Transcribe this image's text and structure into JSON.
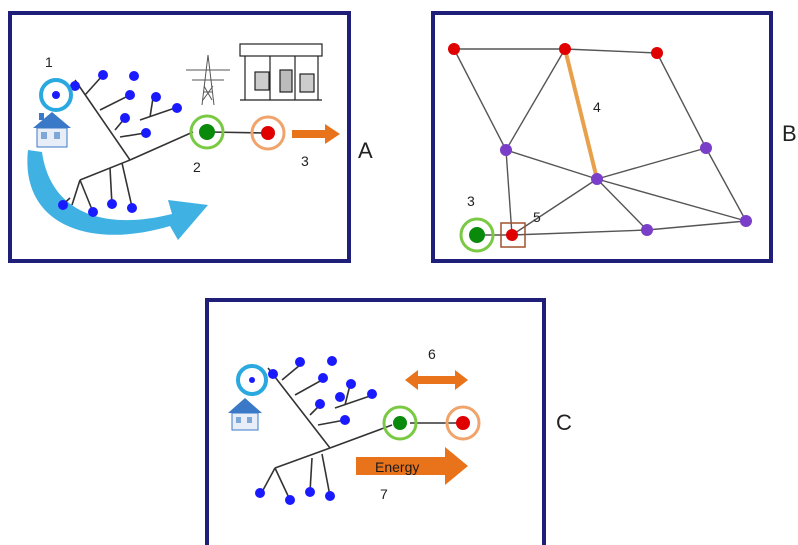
{
  "panels": {
    "a": {
      "letter": "A",
      "labels": {
        "home": "1",
        "feeder": "2",
        "arrow": "3"
      }
    },
    "b": {
      "letter": "B",
      "labels": {
        "substation": "3",
        "line": "4",
        "bus": "5"
      }
    },
    "c": {
      "letter": "C",
      "labels": {
        "exchange": "6",
        "energy": "7"
      },
      "energy_text": "Energy"
    }
  },
  "colors": {
    "load_node": "#1a1aff",
    "bus_node": "#e00000",
    "hv_node": "#7a3fc8",
    "feeder_node": "#0a8a0a",
    "ring_blue": "#2aa9e0",
    "ring_green": "#7ac943",
    "ring_orange": "#f0a36a",
    "arrow_orange": "#e8731a",
    "highlight_line": "#e8a04a",
    "border": "#1f1f7a"
  },
  "icons": [
    "house-icon",
    "transmission-tower-icon",
    "substation-icon",
    "curved-arrow-icon",
    "double-arrow-icon"
  ]
}
